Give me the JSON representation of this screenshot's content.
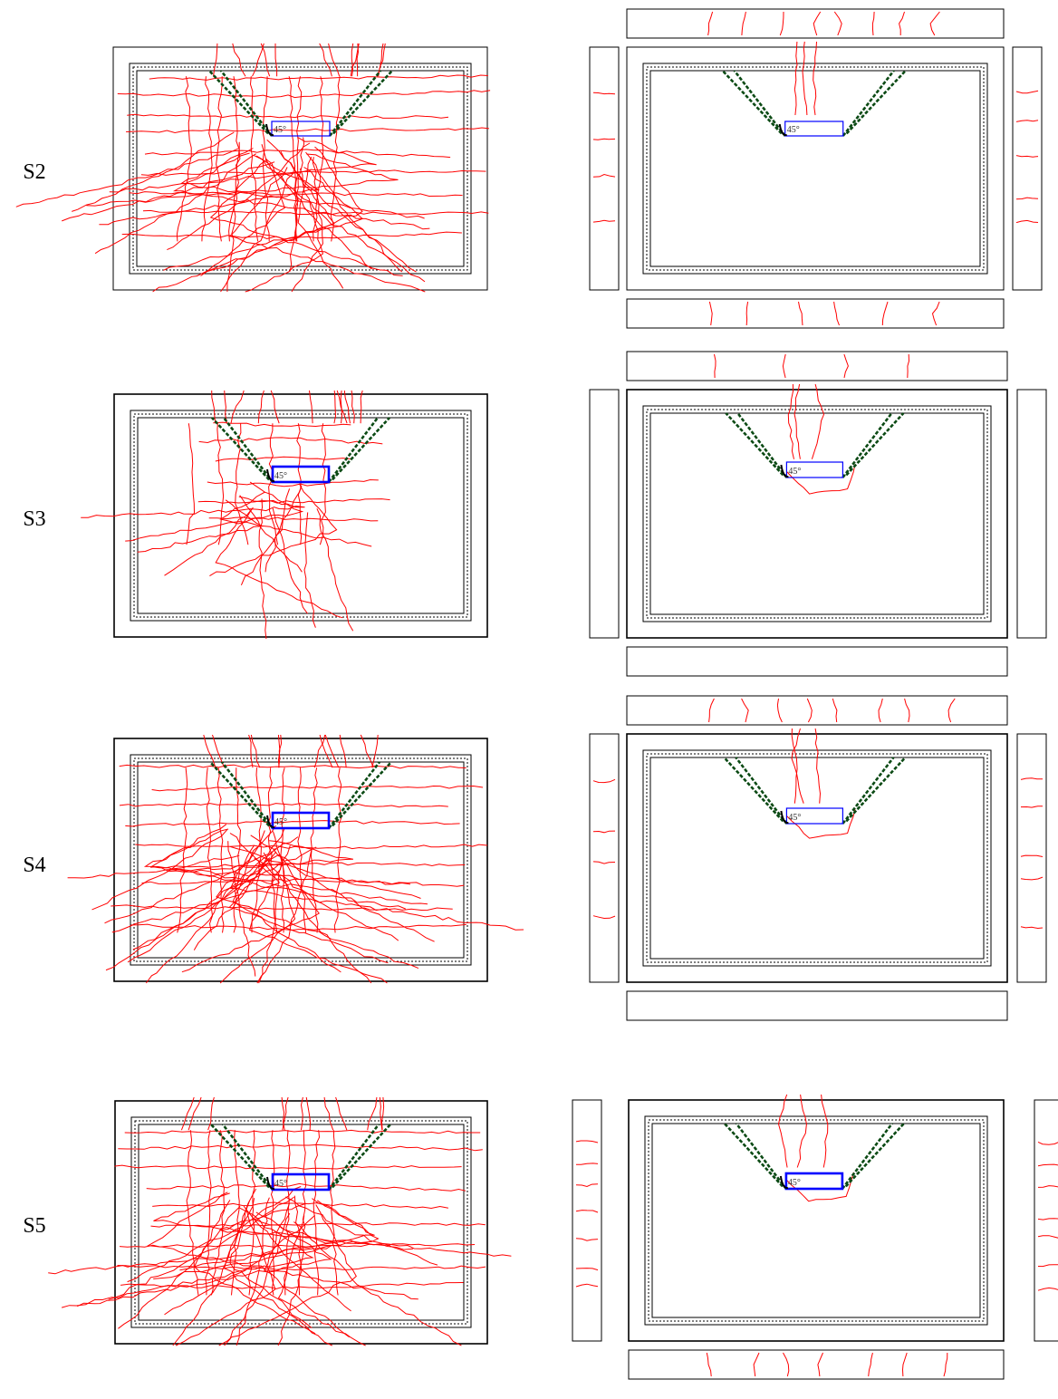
{
  "figure": {
    "angle_label": "45°",
    "colors": {
      "outline": "#000000",
      "crack": "#ff0000",
      "load_plate": "#0000ff",
      "failure_cone": "#0b4a14"
    },
    "rows": [
      {
        "label": "S2",
        "front_crack_density": "high",
        "back_cracks": "few",
        "side_panels": [
          "left",
          "right",
          "top",
          "bottom"
        ]
      },
      {
        "label": "S3",
        "front_crack_density": "medium",
        "back_cracks": "few",
        "side_panels": [
          "left",
          "right",
          "top",
          "bottom"
        ]
      },
      {
        "label": "S4",
        "front_crack_density": "high",
        "back_cracks": "few",
        "side_panels": [
          "left",
          "right",
          "top",
          "bottom"
        ]
      },
      {
        "label": "S5",
        "front_crack_density": "high",
        "back_cracks": "few",
        "side_panels": [
          "left",
          "right",
          "bottom"
        ]
      }
    ]
  }
}
